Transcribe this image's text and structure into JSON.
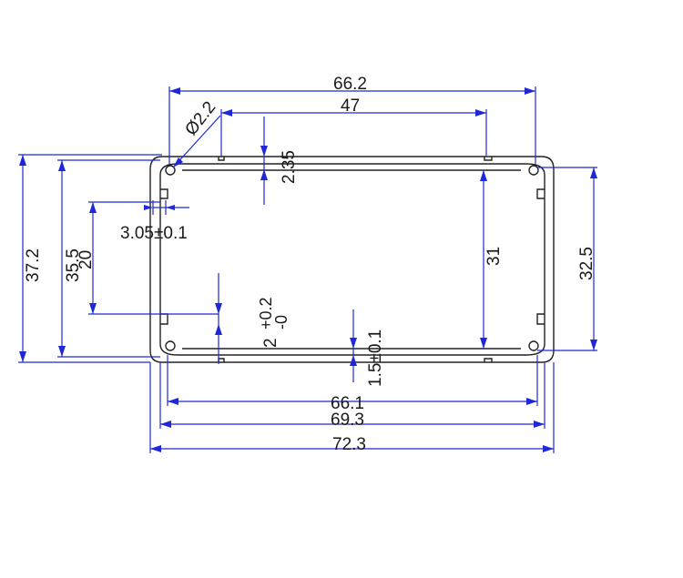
{
  "colors": {
    "dimension_line": "#1f28d8",
    "outline": "#222222",
    "text": "#1a1a1a",
    "background": "#ffffff"
  },
  "dimensions": {
    "outer_width": "72.3",
    "width_69": "69.3",
    "width_66_1": "66.1",
    "top_width": "66.2",
    "slot_width": "47",
    "hole_diameter": "Ø2.2",
    "slot_depth": "2.35",
    "height_37": "37.2",
    "height_35": "35.5",
    "inner_20": "20",
    "wall_3": "3.05±0.1",
    "groove": "2+0.2\n-0",
    "groove_line1": "2",
    "groove_tol_plus": "+0.2",
    "groove_tol_minus": "-0",
    "wall_thickness": "1.5±0.1",
    "right_inner_31": "31",
    "right_outer_32": "32.5"
  }
}
